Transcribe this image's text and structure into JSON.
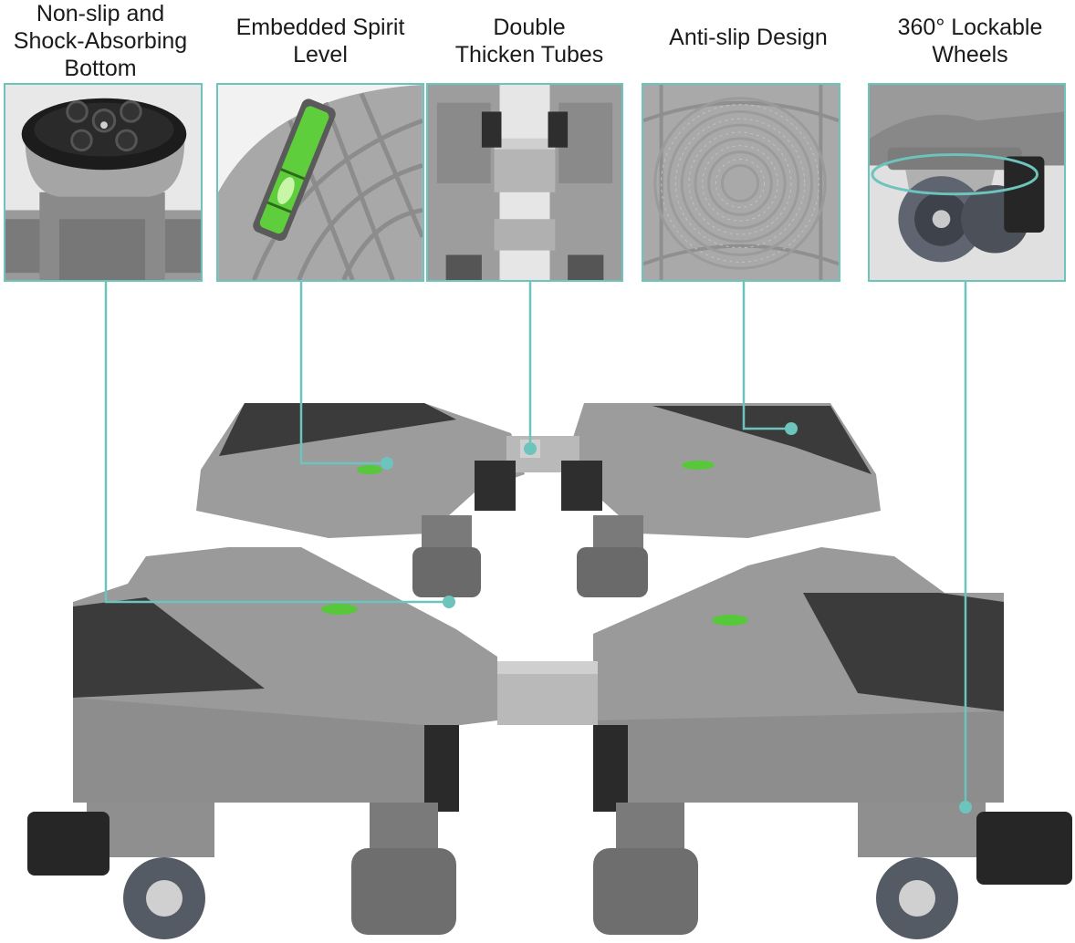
{
  "features": [
    {
      "label": "Non-slip and\nShock-Absorbing\nBottom",
      "icon": "suction-foot-icon"
    },
    {
      "label": "Embedded Spirit\nLevel",
      "icon": "spirit-level-icon"
    },
    {
      "label": "Double\nThicken Tubes",
      "icon": "tube-icon"
    },
    {
      "label": "Anti-slip Design",
      "icon": "anti-slip-pattern-icon"
    },
    {
      "label": "360° Lockable\nWheels",
      "icon": "caster-wheel-icon"
    }
  ],
  "colors": {
    "accent": "#6cc4bd",
    "frame": "#8e8e8e",
    "frame_dark": "#6f6f6f",
    "pad": "#3a3a3a",
    "bubble": "#57c83a"
  }
}
